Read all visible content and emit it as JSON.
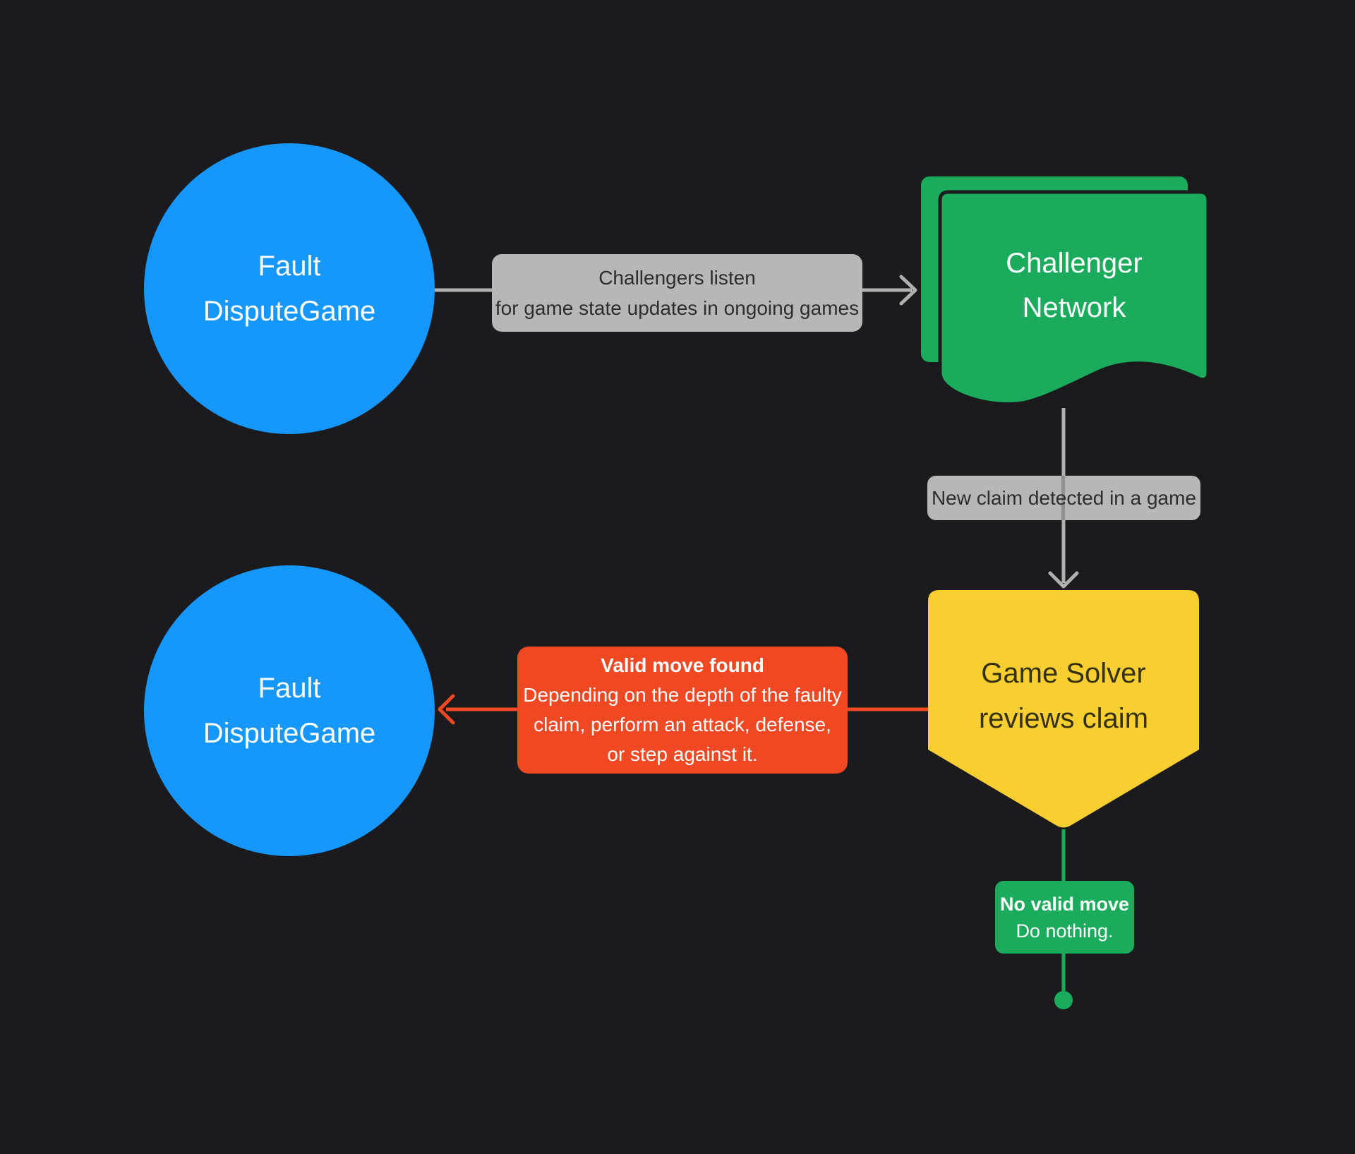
{
  "diagram": {
    "title": "Fault dispute game challenger flow",
    "background": "#1B1B1D",
    "colors": {
      "node_blue": "#1597FB",
      "node_green": "#1AAC5C",
      "node_yellow": "#F9CE31",
      "edge_red": "#EF4823",
      "edge_gray": "#B0B0B0",
      "label_gray": "#B7B7B7"
    },
    "nodes": {
      "fault_game_top": {
        "line1": "Fault",
        "line2": "DisputeGame"
      },
      "challenger_network": {
        "line1": "Challenger",
        "line2": "Network"
      },
      "game_solver": {
        "line1": "Game Solver",
        "line2": "reviews claim"
      },
      "fault_game_bottom": {
        "line1": "Fault",
        "line2": "DisputeGame"
      }
    },
    "edges": {
      "listen": {
        "line1": "Challengers listen",
        "line2": "for game state updates in ongoing games"
      },
      "new_claim": {
        "text": "New claim detected in a game"
      },
      "valid_move": {
        "title": "Valid move found",
        "line1": "Depending on the depth of the faulty",
        "line2": "claim, perform an attack, defense,",
        "line3": "or step against it."
      },
      "no_valid_move": {
        "title": "No valid move",
        "body": "Do nothing."
      }
    }
  }
}
